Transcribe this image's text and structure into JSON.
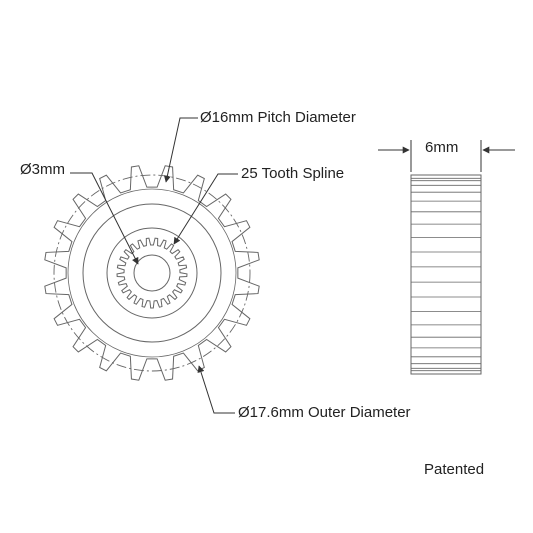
{
  "labels": {
    "pitch_diameter": "Ø16mm Pitch Diameter",
    "bore": "Ø3mm",
    "spline": "25 Tooth Spline",
    "width": "6mm",
    "outer_diameter": "Ø17.6mm Outer Diameter",
    "note": "Patented"
  },
  "gear": {
    "outer_teeth": 20,
    "spline_teeth": 25
  },
  "colors": {
    "line": "#555555",
    "text": "#222222",
    "background": "#ffffff"
  }
}
